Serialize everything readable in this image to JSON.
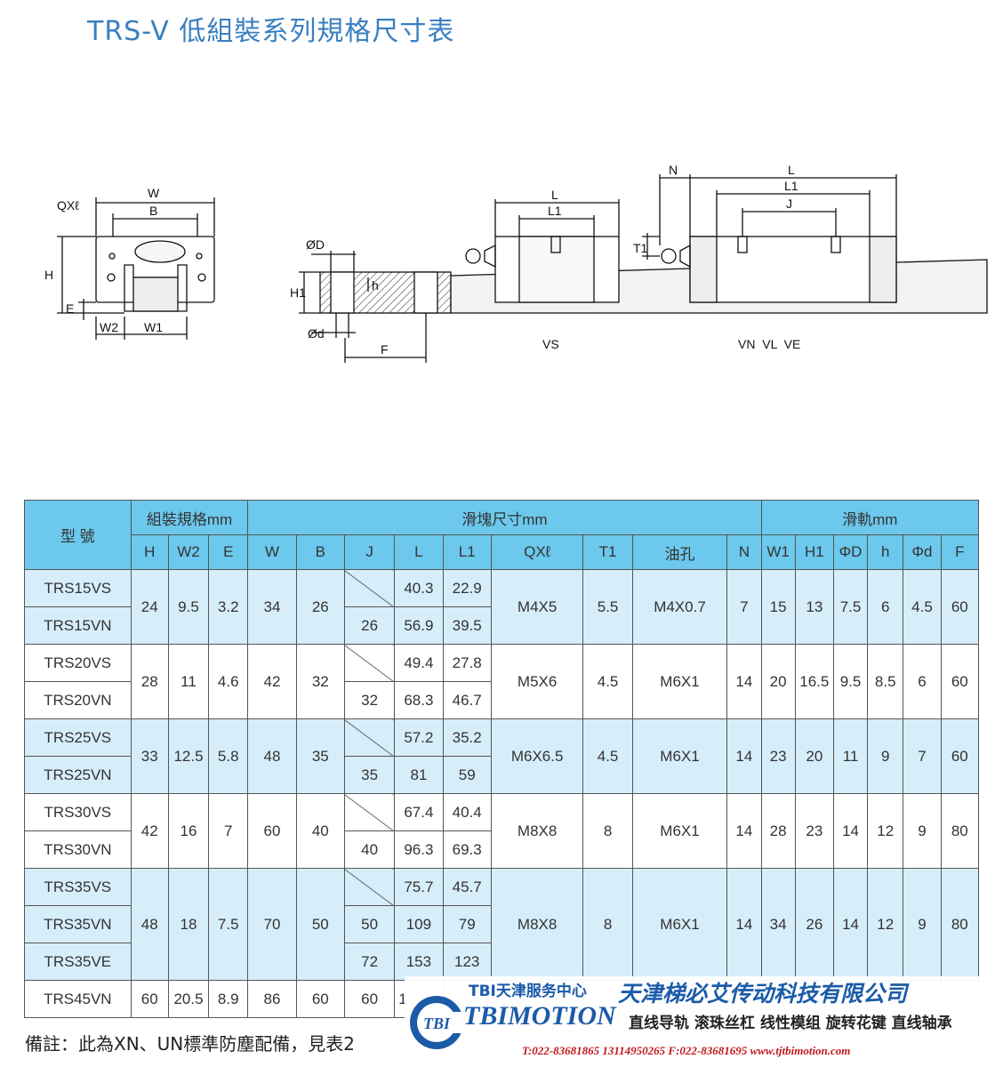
{
  "title": "TRS-V 低組裝系列規格尺寸表",
  "drawing": {
    "labels": {
      "qxl": "QXℓ",
      "w": "W",
      "b": "B",
      "h": "H",
      "e": "E",
      "w2": "W2",
      "w1": "W1",
      "od_top": "ØD",
      "h1": "H1",
      "h_small": "h",
      "od_bot": "Ød",
      "f": "F",
      "l_vs": "L",
      "l1_vs": "L1",
      "t1": "T1",
      "n": "N",
      "l_vn": "L",
      "l1_vn": "L1",
      "j": "J",
      "caption_vs": "VS",
      "caption_vn": "VN  VL  VE"
    }
  },
  "table": {
    "group_headers": {
      "model": "型 號",
      "assembly": "組裝規格mm",
      "block": "滑塊尺寸mm",
      "rail": "滑軌mm"
    },
    "sub_headers": [
      "H",
      "W2",
      "E",
      "W",
      "B",
      "J",
      "L",
      "L1",
      "QXℓ",
      "T1",
      "油孔",
      "N",
      "W1",
      "H1",
      "ΦD",
      "h",
      "Φd",
      "F"
    ],
    "rows": [
      {
        "model": "TRS15VS",
        "H": "24",
        "W2": "9.5",
        "E": "3.2",
        "W": "34",
        "B": "26",
        "J": "",
        "L": "40.3",
        "L1": "22.9",
        "QXl": "M4X5",
        "T1": "5.5",
        "oil": "M4X0.7",
        "N": "7",
        "W1": "15",
        "H1": "13",
        "D": "7.5",
        "h": "6",
        "d": "4.5",
        "F": "60"
      },
      {
        "model": "TRS15VN",
        "J": "26",
        "L": "56.9",
        "L1": "39.5"
      },
      {
        "model": "TRS20VS",
        "H": "28",
        "W2": "11",
        "E": "4.6",
        "W": "42",
        "B": "32",
        "J": "",
        "L": "49.4",
        "L1": "27.8",
        "QXl": "M5X6",
        "T1": "4.5",
        "oil": "M6X1",
        "N": "14",
        "W1": "20",
        "H1": "16.5",
        "D": "9.5",
        "h": "8.5",
        "d": "6",
        "F": "60"
      },
      {
        "model": "TRS20VN",
        "J": "32",
        "L": "68.3",
        "L1": "46.7"
      },
      {
        "model": "TRS25VS",
        "H": "33",
        "W2": "12.5",
        "E": "5.8",
        "W": "48",
        "B": "35",
        "J": "",
        "L": "57.2",
        "L1": "35.2",
        "QXl": "M6X6.5",
        "T1": "4.5",
        "oil": "M6X1",
        "N": "14",
        "W1": "23",
        "H1": "20",
        "D": "11",
        "h": "9",
        "d": "7",
        "F": "60"
      },
      {
        "model": "TRS25VN",
        "J": "35",
        "L": "81",
        "L1": "59"
      },
      {
        "model": "TRS30VS",
        "H": "42",
        "W2": "16",
        "E": "7",
        "W": "60",
        "B": "40",
        "J": "",
        "L": "67.4",
        "L1": "40.4",
        "QXl": "M8X8",
        "T1": "8",
        "oil": "M6X1",
        "N": "14",
        "W1": "28",
        "H1": "23",
        "D": "14",
        "h": "12",
        "d": "9",
        "F": "80"
      },
      {
        "model": "TRS30VN",
        "J": "40",
        "L": "96.3",
        "L1": "69.3"
      },
      {
        "model": "TRS35VS",
        "H": "48",
        "W2": "18",
        "E": "7.5",
        "W": "70",
        "B": "50",
        "J": "",
        "L": "75.7",
        "L1": "45.7",
        "QXl": "M8X8",
        "T1": "8",
        "oil": "M6X1",
        "N": "14",
        "W1": "34",
        "H1": "26",
        "D": "14",
        "h": "12",
        "d": "9",
        "F": "80"
      },
      {
        "model": "TRS35VN",
        "J": "50",
        "L": "109",
        "L1": "79"
      },
      {
        "model": "TRS35VE",
        "J": "72",
        "L": "153",
        "L1": "123"
      },
      {
        "model": "TRS45VN",
        "H": "60",
        "W2": "20.5",
        "E": "8.9",
        "W": "86",
        "B": "60",
        "J": "60",
        "L": "1"
      }
    ]
  },
  "note": "備註：此為XN、UN標準防塵配備，見表2",
  "watermark": {
    "center": "TBI天津服务中心",
    "company": "天津梯必艾传动科技有限公司",
    "brand": "TBIMOTION",
    "logo_text": "TBI",
    "products": "直线导轨 滚珠丝杠 线性模组 旋转花键 直线轴承",
    "contact": "T:022-83681865 13114950265 F:022-83681695  www.tjtbimotion.com"
  }
}
